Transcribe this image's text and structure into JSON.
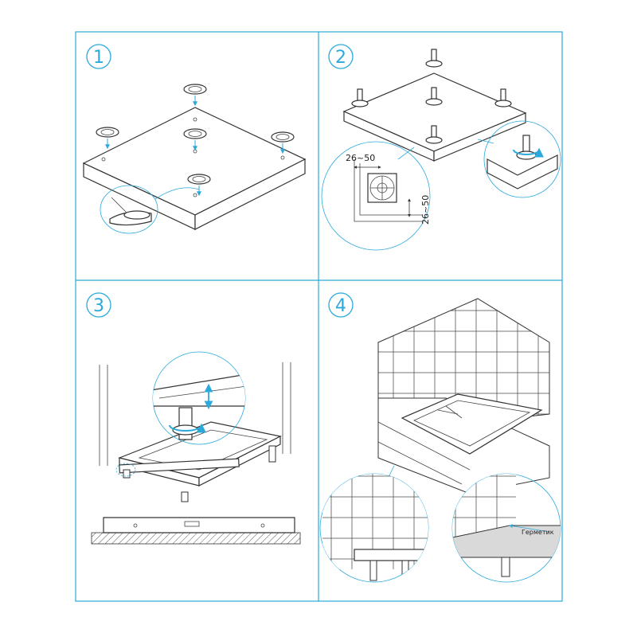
{
  "colors": {
    "accent": "#2aa9dc",
    "line": "#333333",
    "frame": "#2aa9dc"
  },
  "panels": [
    {
      "number": "1"
    },
    {
      "number": "2",
      "dim_horizontal": "26~50",
      "dim_vertical": "26~50"
    },
    {
      "number": "3"
    },
    {
      "number": "4",
      "sealant_label": "Герметик"
    }
  ]
}
